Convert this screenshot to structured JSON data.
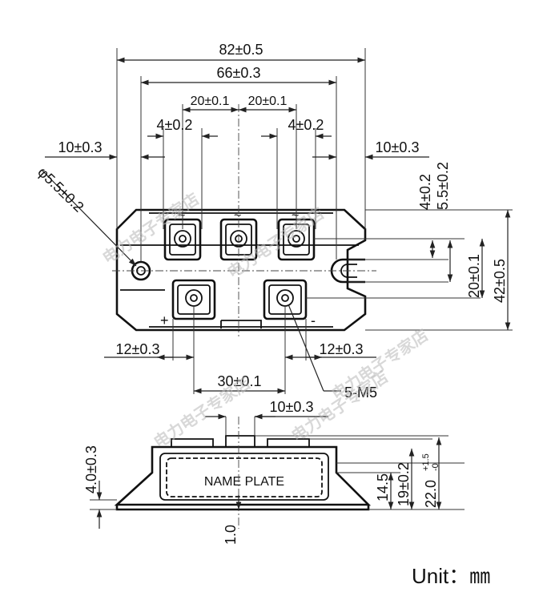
{
  "top_view": {
    "dims": {
      "overall_width": "82±0.5",
      "hole_pitch": "66±0.3",
      "terminal_pitch_left": "20±0.1",
      "terminal_pitch_right": "20±0.1",
      "terminal_width_left": "4±0.2",
      "terminal_width_right": "4±0.2",
      "edge_to_hole_left": "10±0.3",
      "edge_to_hole_right": "10±0.3",
      "mount_hole_dia": "φ5.5±0.2",
      "upper_offset": "4±0.2",
      "upper_offset_b": "5.5±0.2",
      "row_spacing": "20±0.1",
      "overall_height": "42±0.5",
      "dc_terminal_offset_left": "12±0.3",
      "dc_terminal_offset_right": "12±0.3",
      "dc_terminal_pitch": "30±0.1",
      "screw_label": "5-M5"
    },
    "markings": {
      "ac1": "~",
      "ac2": "~",
      "ac3": "~",
      "plus": "+",
      "minus": "-"
    }
  },
  "side_view": {
    "dims": {
      "terminal_width": "10±0.3",
      "base_thickness": "4.0±0.3",
      "base_offset": "1.0",
      "body_height": "14.5",
      "terminal_height": "19±0.2",
      "overall_height": "22.0",
      "overall_height_tol_upper": "+1.5",
      "overall_height_tol_lower": "-0"
    },
    "name_plate": "NAME PLATE"
  },
  "watermark": "电力电子专家店",
  "unit": {
    "label": "Unit：",
    "value": "㎜"
  }
}
